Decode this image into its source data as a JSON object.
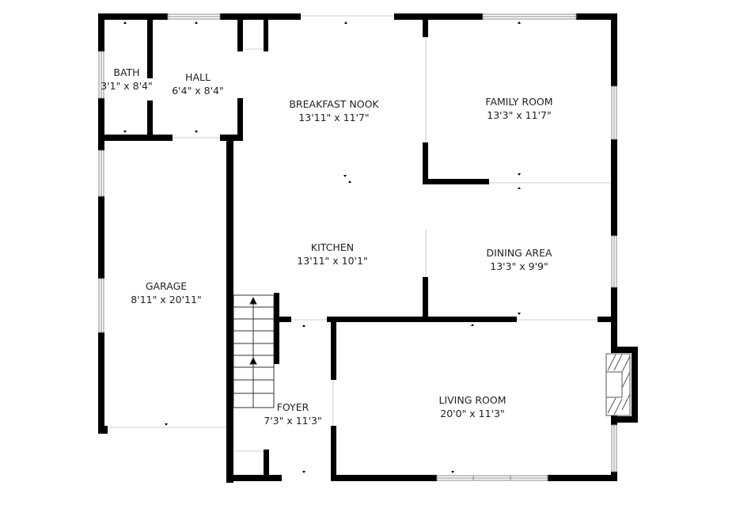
{
  "colors": {
    "wall": "#000000",
    "background": "#ffffff",
    "text": "#222222",
    "window": "#888888"
  },
  "rooms": [
    {
      "id": "bath",
      "name": "BATH",
      "dimensions": "3'1\" x 8'4\""
    },
    {
      "id": "hall",
      "name": "HALL",
      "dimensions": "6'4\" x 8'4\""
    },
    {
      "id": "breakfast-nook",
      "name": "BREAKFAST NOOK",
      "dimensions": "13'11\" x 11'7\""
    },
    {
      "id": "family-room",
      "name": "FAMILY ROOM",
      "dimensions": "13'3\" x 11'7\""
    },
    {
      "id": "garage",
      "name": "GARAGE",
      "dimensions": "8'11\" x 20'11\""
    },
    {
      "id": "kitchen",
      "name": "KITCHEN",
      "dimensions": "13'11\" x 10'1\""
    },
    {
      "id": "dining-area",
      "name": "DINING AREA",
      "dimensions": "13'3\" x 9'9\""
    },
    {
      "id": "foyer",
      "name": "FOYER",
      "dimensions": "7'3\" x 11'3\""
    },
    {
      "id": "living-room",
      "name": "LIVING ROOM",
      "dimensions": "20'0\" x 11'3\""
    }
  ],
  "features": [
    "stairs-icon",
    "fireplace-icon"
  ]
}
